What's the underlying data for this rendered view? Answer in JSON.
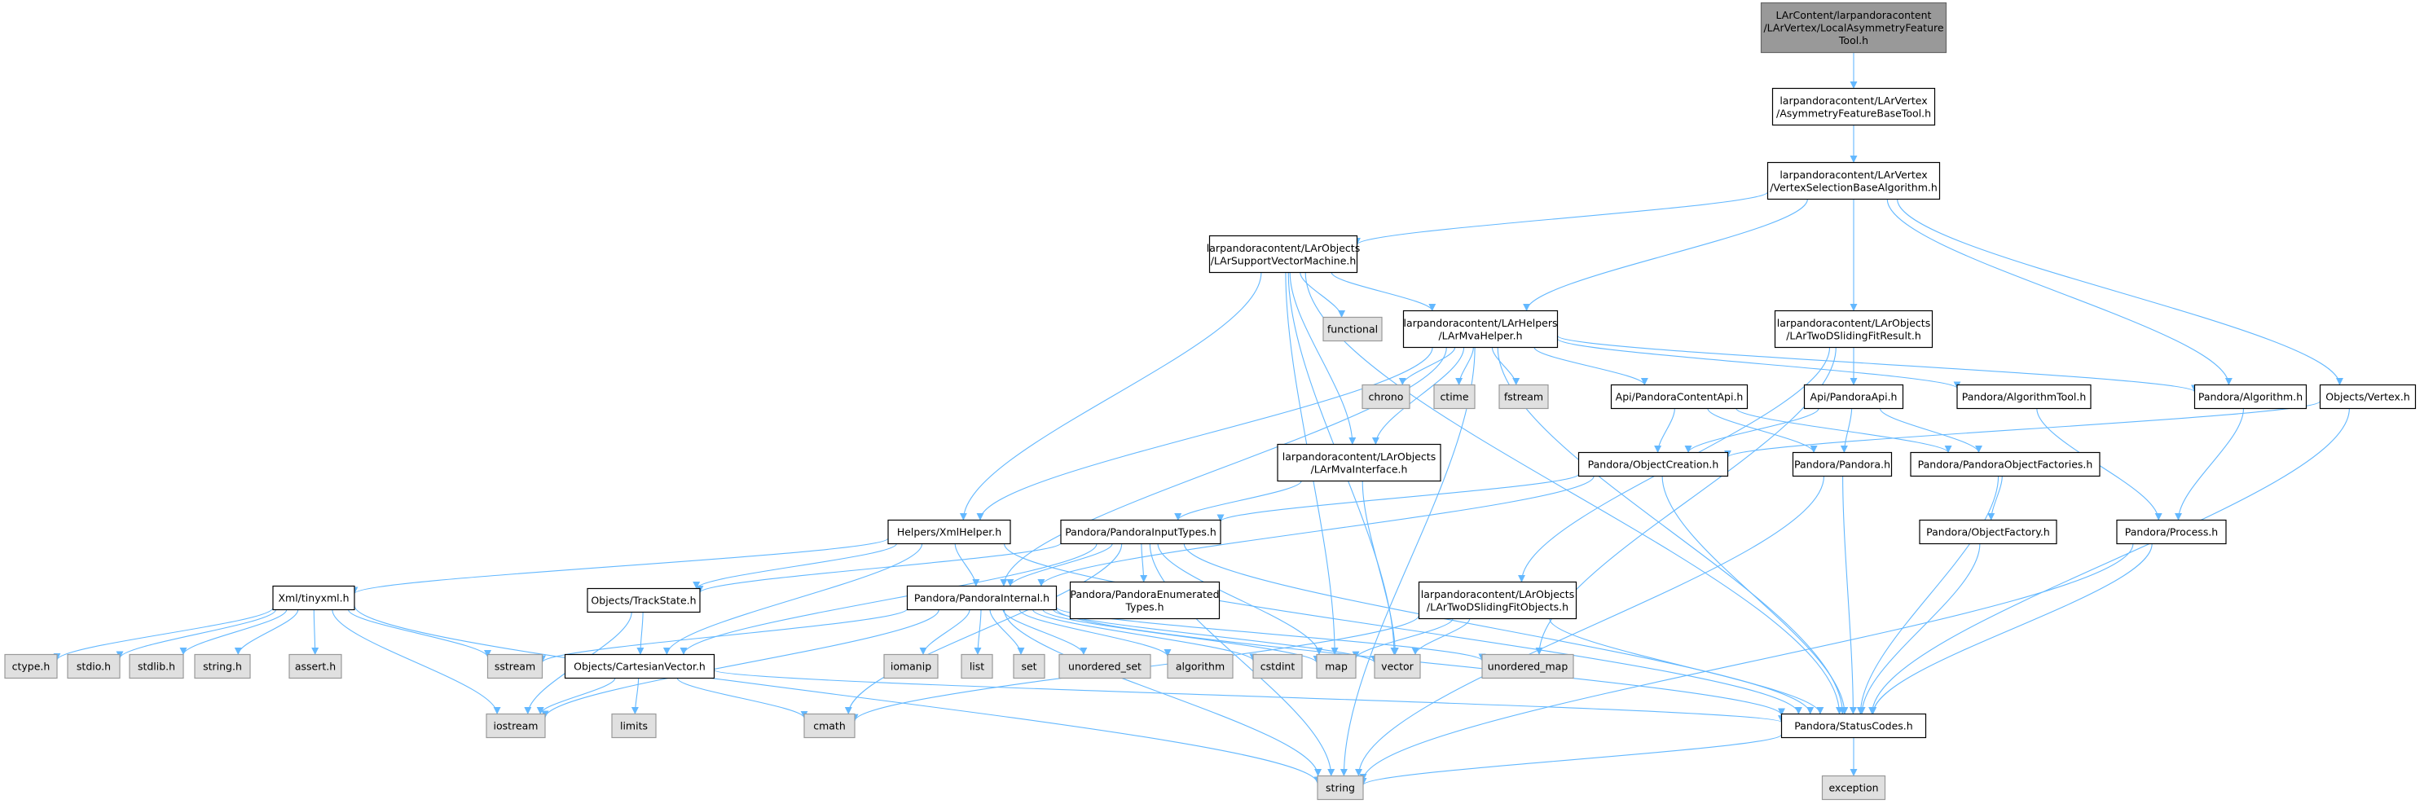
{
  "colors": {
    "edge": "#63b8ff",
    "node_fill": "#ffffff",
    "node_stroke": "#000000",
    "system_fill": "#e0e0e0",
    "system_stroke": "#999999",
    "root_fill": "#999999",
    "root_stroke": "#666666"
  },
  "graph": {
    "nodes": [
      {
        "id": "root",
        "kind": "root",
        "lines": [
          "LArContent/larpandoracontent",
          "/LArVertex/LocalAsymmetryFeature",
          "Tool.h"
        ]
      },
      {
        "id": "afbt",
        "kind": "normal",
        "lines": [
          "larpandoracontent/LArVertex",
          "/AsymmetryFeatureBaseTool.h"
        ]
      },
      {
        "id": "vsba",
        "kind": "normal",
        "lines": [
          "larpandoracontent/LArVertex",
          "/VertexSelectionBaseAlgorithm.h"
        ]
      },
      {
        "id": "svm",
        "kind": "normal",
        "lines": [
          "larpandoracontent/LArObjects",
          "/LArSupportVectorMachine.h"
        ]
      },
      {
        "id": "mvahelper",
        "kind": "normal",
        "lines": [
          "larpandoracontent/LArHelpers",
          "/LArMvaHelper.h"
        ]
      },
      {
        "id": "tdsfr",
        "kind": "normal",
        "lines": [
          "larpandoracontent/LArObjects",
          "/LArTwoDSlidingFitResult.h"
        ]
      },
      {
        "id": "functional",
        "kind": "system",
        "lines": [
          "functional"
        ]
      },
      {
        "id": "chrono",
        "kind": "system",
        "lines": [
          "chrono"
        ]
      },
      {
        "id": "ctime",
        "kind": "system",
        "lines": [
          "ctime"
        ]
      },
      {
        "id": "fstream",
        "kind": "system",
        "lines": [
          "fstream"
        ]
      },
      {
        "id": "pcapi",
        "kind": "normal",
        "lines": [
          "Api/PandoraContentApi.h"
        ]
      },
      {
        "id": "papi",
        "kind": "normal",
        "lines": [
          "Api/PandoraApi.h"
        ]
      },
      {
        "id": "algtool",
        "kind": "normal",
        "lines": [
          "Pandora/AlgorithmTool.h"
        ]
      },
      {
        "id": "alg",
        "kind": "normal",
        "lines": [
          "Pandora/Algorithm.h"
        ]
      },
      {
        "id": "vertex",
        "kind": "normal",
        "lines": [
          "Objects/Vertex.h"
        ]
      },
      {
        "id": "mvaif",
        "kind": "normal",
        "lines": [
          "larpandoracontent/LArObjects",
          "/LArMvaInterface.h"
        ]
      },
      {
        "id": "objcreate",
        "kind": "normal",
        "lines": [
          "Pandora/ObjectCreation.h"
        ]
      },
      {
        "id": "pandora",
        "kind": "normal",
        "lines": [
          "Pandora/Pandora.h"
        ]
      },
      {
        "id": "pof",
        "kind": "normal",
        "lines": [
          "Pandora/PandoraObjectFactories.h"
        ]
      },
      {
        "id": "xmlhelper",
        "kind": "normal",
        "lines": [
          "Helpers/XmlHelper.h"
        ]
      },
      {
        "id": "pit",
        "kind": "normal",
        "lines": [
          "Pandora/PandoraInputTypes.h"
        ]
      },
      {
        "id": "objfactory",
        "kind": "normal",
        "lines": [
          "Pandora/ObjectFactory.h"
        ]
      },
      {
        "id": "process",
        "kind": "normal",
        "lines": [
          "Pandora/Process.h"
        ]
      },
      {
        "id": "tinyxml",
        "kind": "normal",
        "lines": [
          "Xml/tinyxml.h"
        ]
      },
      {
        "id": "trackstate",
        "kind": "normal",
        "lines": [
          "Objects/TrackState.h"
        ]
      },
      {
        "id": "pinternal",
        "kind": "normal",
        "lines": [
          "Pandora/PandoraInternal.h"
        ]
      },
      {
        "id": "penum",
        "kind": "normal",
        "lines": [
          "Pandora/PandoraEnumerated",
          "Types.h"
        ]
      },
      {
        "id": "tdsfo",
        "kind": "normal",
        "lines": [
          "larpandoracontent/LArObjects",
          "/LArTwoDSlidingFitObjects.h"
        ]
      },
      {
        "id": "ctype",
        "kind": "system",
        "lines": [
          "ctype.h"
        ]
      },
      {
        "id": "stdio",
        "kind": "system",
        "lines": [
          "stdio.h"
        ]
      },
      {
        "id": "stdlib",
        "kind": "system",
        "lines": [
          "stdlib.h"
        ]
      },
      {
        "id": "stringh",
        "kind": "system",
        "lines": [
          "string.h"
        ]
      },
      {
        "id": "assert",
        "kind": "system",
        "lines": [
          "assert.h"
        ]
      },
      {
        "id": "sstream",
        "kind": "system",
        "lines": [
          "sstream"
        ]
      },
      {
        "id": "cartvec",
        "kind": "normal",
        "lines": [
          "Objects/CartesianVector.h"
        ]
      },
      {
        "id": "iomanip",
        "kind": "system",
        "lines": [
          "iomanip"
        ]
      },
      {
        "id": "list",
        "kind": "system",
        "lines": [
          "list"
        ]
      },
      {
        "id": "set",
        "kind": "system",
        "lines": [
          "set"
        ]
      },
      {
        "id": "uset",
        "kind": "system",
        "lines": [
          "unordered_set"
        ]
      },
      {
        "id": "algorithm",
        "kind": "system",
        "lines": [
          "algorithm"
        ]
      },
      {
        "id": "cstdint",
        "kind": "system",
        "lines": [
          "cstdint"
        ]
      },
      {
        "id": "map",
        "kind": "system",
        "lines": [
          "map"
        ]
      },
      {
        "id": "vector",
        "kind": "system",
        "lines": [
          "vector"
        ]
      },
      {
        "id": "umap",
        "kind": "system",
        "lines": [
          "unordered_map"
        ]
      },
      {
        "id": "iostream",
        "kind": "system",
        "lines": [
          "iostream"
        ]
      },
      {
        "id": "limits",
        "kind": "system",
        "lines": [
          "limits"
        ]
      },
      {
        "id": "cmath",
        "kind": "system",
        "lines": [
          "cmath"
        ]
      },
      {
        "id": "statuscodes",
        "kind": "normal",
        "lines": [
          "Pandora/StatusCodes.h"
        ]
      },
      {
        "id": "string",
        "kind": "system",
        "lines": [
          "string"
        ]
      },
      {
        "id": "exception",
        "kind": "system",
        "lines": [
          "exception"
        ]
      }
    ],
    "edges": [
      [
        "root",
        "afbt"
      ],
      [
        "afbt",
        "vsba"
      ],
      [
        "vsba",
        "svm"
      ],
      [
        "vsba",
        "mvahelper"
      ],
      [
        "vsba",
        "tdsfr"
      ],
      [
        "vsba",
        "alg"
      ],
      [
        "vsba",
        "vertex"
      ],
      [
        "svm",
        "functional"
      ],
      [
        "svm",
        "mvahelper"
      ],
      [
        "svm",
        "mvaif"
      ],
      [
        "svm",
        "xmlhelper"
      ],
      [
        "svm",
        "map"
      ],
      [
        "svm",
        "vector"
      ],
      [
        "svm",
        "statuscodes"
      ],
      [
        "mvahelper",
        "chrono"
      ],
      [
        "mvahelper",
        "ctime"
      ],
      [
        "mvahelper",
        "fstream"
      ],
      [
        "mvahelper",
        "pcapi"
      ],
      [
        "mvahelper",
        "algtool"
      ],
      [
        "mvahelper",
        "alg"
      ],
      [
        "mvahelper",
        "mvaif"
      ],
      [
        "mvahelper",
        "xmlhelper"
      ],
      [
        "mvahelper",
        "pinternal"
      ],
      [
        "mvahelper",
        "statuscodes"
      ],
      [
        "mvahelper",
        "string"
      ],
      [
        "tdsfr",
        "papi"
      ],
      [
        "tdsfr",
        "tdsfo"
      ],
      [
        "tdsfr",
        "umap"
      ],
      [
        "pcapi",
        "objcreate"
      ],
      [
        "pcapi",
        "pandora"
      ],
      [
        "pcapi",
        "pof"
      ],
      [
        "papi",
        "objcreate"
      ],
      [
        "papi",
        "pandora"
      ],
      [
        "papi",
        "pof"
      ],
      [
        "algtool",
        "process"
      ],
      [
        "alg",
        "process"
      ],
      [
        "vertex",
        "objcreate"
      ],
      [
        "vertex",
        "statuscodes"
      ],
      [
        "mvaif",
        "pit"
      ],
      [
        "mvaif",
        "vector"
      ],
      [
        "objcreate",
        "pit"
      ],
      [
        "objcreate",
        "pinternal"
      ],
      [
        "objcreate",
        "statuscodes"
      ],
      [
        "pandora",
        "statuscodes"
      ],
      [
        "pandora",
        "string"
      ],
      [
        "pof",
        "objfactory"
      ],
      [
        "pof",
        "statuscodes"
      ],
      [
        "objfactory",
        "statuscodes"
      ],
      [
        "process",
        "statuscodes"
      ],
      [
        "process",
        "string"
      ],
      [
        "xmlhelper",
        "tinyxml"
      ],
      [
        "xmlhelper",
        "trackstate"
      ],
      [
        "xmlhelper",
        "pinternal"
      ],
      [
        "xmlhelper",
        "cartvec"
      ],
      [
        "xmlhelper",
        "statuscodes"
      ],
      [
        "pit",
        "trackstate"
      ],
      [
        "pit",
        "pinternal"
      ],
      [
        "pit",
        "penum"
      ],
      [
        "pit",
        "cartvec"
      ],
      [
        "pit",
        "statuscodes"
      ],
      [
        "pit",
        "cmath"
      ],
      [
        "pit",
        "string"
      ],
      [
        "pit",
        "map"
      ],
      [
        "tinyxml",
        "ctype"
      ],
      [
        "tinyxml",
        "stdio"
      ],
      [
        "tinyxml",
        "stdlib"
      ],
      [
        "tinyxml",
        "stringh"
      ],
      [
        "tinyxml",
        "assert"
      ],
      [
        "tinyxml",
        "sstream"
      ],
      [
        "tinyxml",
        "iostream"
      ],
      [
        "tinyxml",
        "string"
      ],
      [
        "trackstate",
        "cartvec"
      ],
      [
        "trackstate",
        "iostream"
      ],
      [
        "pinternal",
        "sstream"
      ],
      [
        "pinternal",
        "iomanip"
      ],
      [
        "pinternal",
        "list"
      ],
      [
        "pinternal",
        "set"
      ],
      [
        "pinternal",
        "uset"
      ],
      [
        "pinternal",
        "algorithm"
      ],
      [
        "pinternal",
        "cstdint"
      ],
      [
        "pinternal",
        "map"
      ],
      [
        "pinternal",
        "vector"
      ],
      [
        "pinternal",
        "umap"
      ],
      [
        "pinternal",
        "iostream"
      ],
      [
        "pinternal",
        "string"
      ],
      [
        "pinternal",
        "statuscodes"
      ],
      [
        "tdsfo",
        "map"
      ],
      [
        "tdsfo",
        "vector"
      ],
      [
        "tdsfo",
        "cmath"
      ],
      [
        "tdsfo",
        "statuscodes"
      ],
      [
        "cartvec",
        "iostream"
      ],
      [
        "cartvec",
        "limits"
      ],
      [
        "cartvec",
        "cmath"
      ],
      [
        "cartvec",
        "statuscodes"
      ],
      [
        "statuscodes",
        "exception"
      ],
      [
        "statuscodes",
        "string"
      ]
    ]
  }
}
